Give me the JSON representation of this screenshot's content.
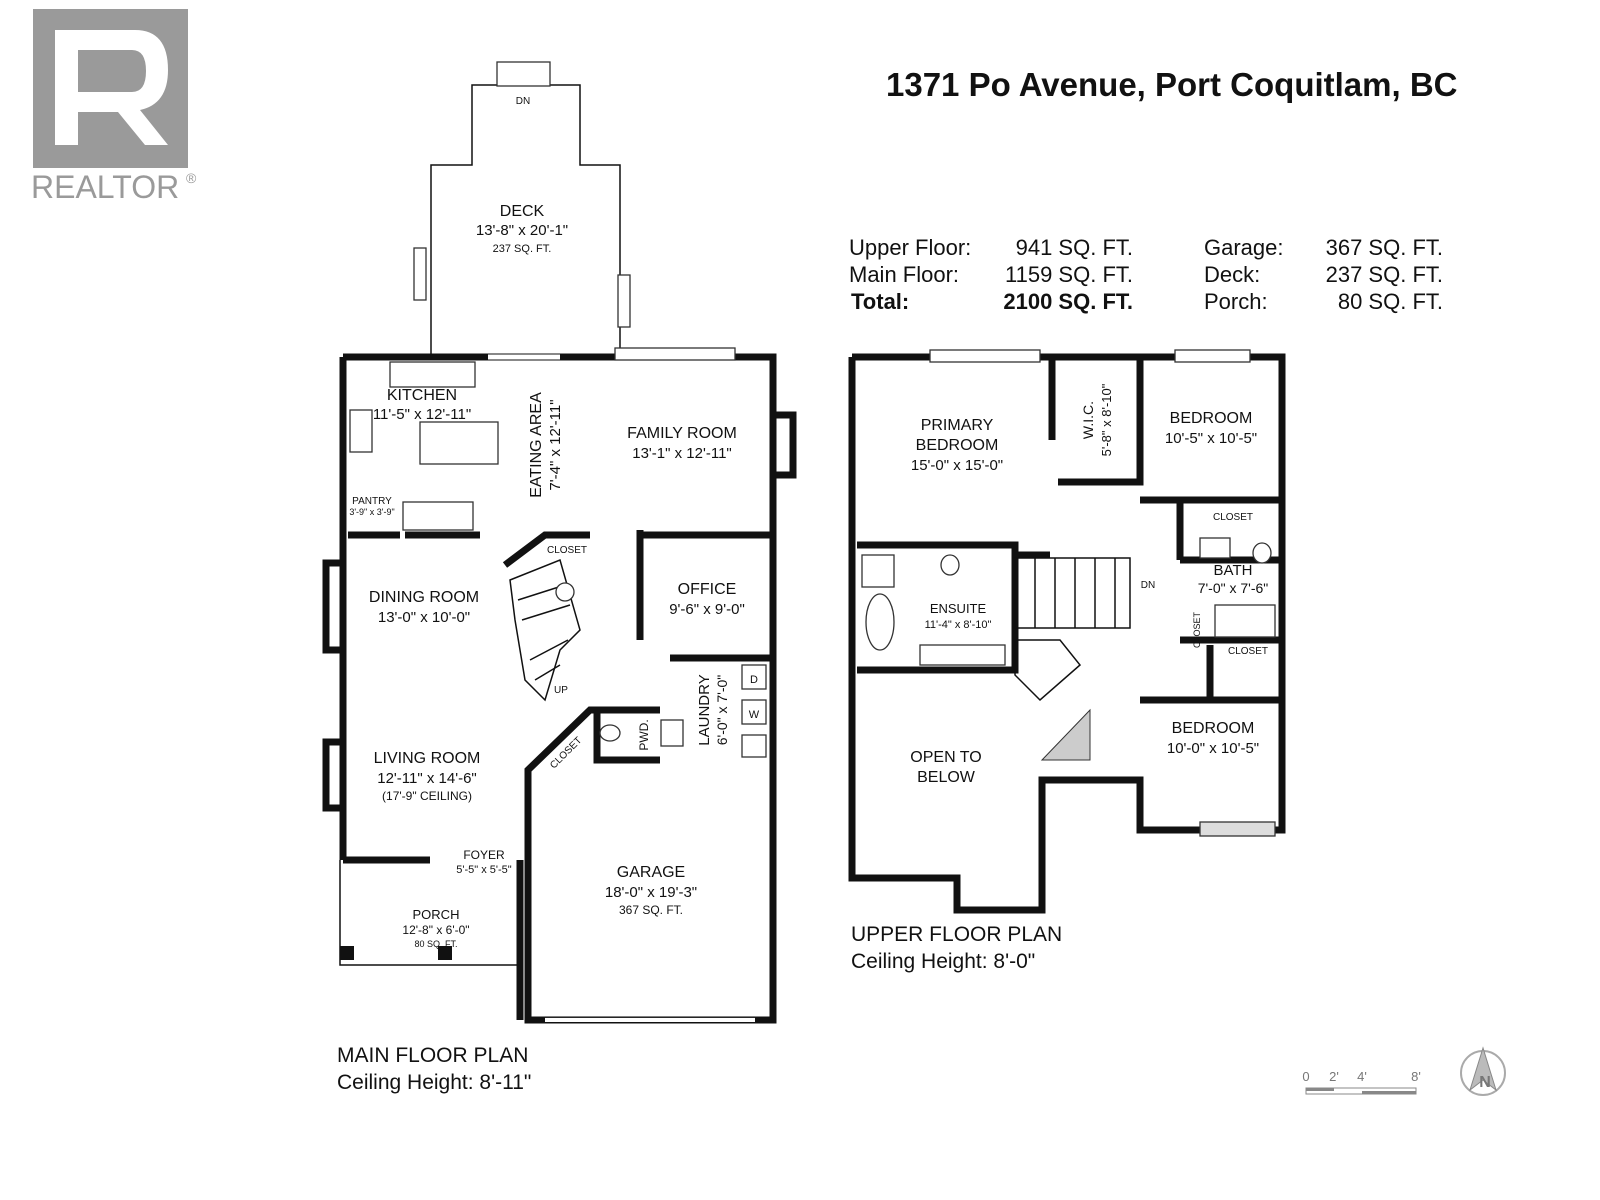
{
  "logo": {
    "text": "REALTOR",
    "mark": "®"
  },
  "address": "1371 Po Avenue, Port Coquitlam, BC",
  "areas": {
    "upper_label": "Upper Floor:",
    "upper_value": "941 SQ. FT.",
    "main_label": "Main Floor:",
    "main_value": "1159 SQ. FT.",
    "total_label": "Total:",
    "total_value": "2100 SQ. FT.",
    "garage_label": "Garage:",
    "garage_value": "367 SQ. FT.",
    "deck_label": "Deck:",
    "deck_value": "237 SQ. FT.",
    "porch_label": "Porch:",
    "porch_value": "80 SQ. FT."
  },
  "main_plan": {
    "title": "MAIN FLOOR PLAN",
    "ceiling": "Ceiling Height: 8'-11\"",
    "deck": {
      "name": "DECK",
      "dims": "13'-8\" x 20'-1\"",
      "area": "237 SQ. FT."
    },
    "kitchen": {
      "name": "KITCHEN",
      "dims": "11'-5\" x 12'-11\""
    },
    "eating": {
      "name": "EATING AREA",
      "dims": "7'-4\" x 12'-11\""
    },
    "family": {
      "name": "FAMILY ROOM",
      "dims": "13'-1\" x 12'-11\""
    },
    "pantry": {
      "name": "PANTRY",
      "dims": "3'-9\" x 3'-9\""
    },
    "closet_stair": "CLOSET",
    "dining": {
      "name": "DINING ROOM",
      "dims": "13'-0\" x 10'-0\""
    },
    "office": {
      "name": "OFFICE",
      "dims": "9'-6\" x 9'-0\""
    },
    "laundry": {
      "name": "LAUNDRY",
      "dims": "6'-0\" x 7'-0\""
    },
    "pwd": "PWD.",
    "closet_entry": "CLOSET",
    "living": {
      "name": "LIVING ROOM",
      "dims": "12'-11\" x 14'-6\"",
      "ceiling": "(17'-9\" CEILING)"
    },
    "foyer": {
      "name": "FOYER",
      "dims": "5'-5\" x 5'-5\""
    },
    "porch": {
      "name": "PORCH",
      "dims": "12'-8\" x 6'-0\"",
      "area": "80 SQ. FT."
    },
    "garage": {
      "name": "GARAGE",
      "dims": "18'-0\" x 19'-3\"",
      "area": "367 SQ. FT."
    },
    "up": "UP",
    "dn": "DN",
    "washer": "W",
    "dryer": "D"
  },
  "upper_plan": {
    "title": "UPPER FLOOR PLAN",
    "ceiling": "Ceiling Height: 8'-0\"",
    "primary": {
      "name1": "PRIMARY",
      "name2": "BEDROOM",
      "dims": "15'-0\" x 15'-0\""
    },
    "wic": {
      "name": "W.I.C.",
      "dims": "5'-8\" x 8'-10\""
    },
    "bed2": {
      "name": "BEDROOM",
      "dims": "10'-5\" x 10'-5\""
    },
    "closet_a": "CLOSET",
    "bath": {
      "name": "BATH",
      "dims": "7'-0\" x 7'-6\""
    },
    "ensuite": {
      "name": "ENSUITE",
      "dims": "11'-4\" x 8'-10\""
    },
    "closet_b": "CLOSET",
    "closet_c": "CLOSET",
    "open1": "OPEN TO",
    "open2": "BELOW",
    "bed3": {
      "name": "BEDROOM",
      "dims": "10'-0\" x 10'-5\""
    },
    "dn": "DN"
  },
  "scale": {
    "t0": "0",
    "t2": "2'",
    "t4": "4'",
    "t8": "8'"
  },
  "compass": "N",
  "colors": {
    "wall": "#111111",
    "logo": "#9a9a9a"
  }
}
